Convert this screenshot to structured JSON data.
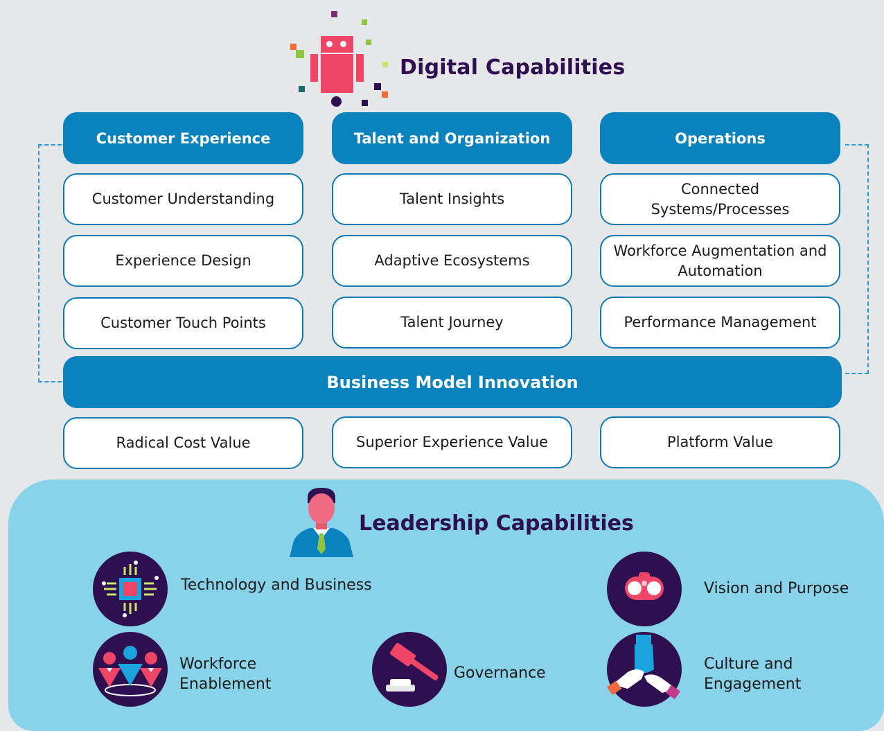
{
  "digital": {
    "title": "Digital Capabilities",
    "columns": [
      {
        "header": "Customer Experience",
        "items": [
          "Customer Understanding",
          "Experience Design",
          "Customer Touch Points"
        ]
      },
      {
        "header": "Talent and Organization",
        "items": [
          "Talent Insights",
          "Adaptive Ecosystems",
          "Talent Journey"
        ]
      },
      {
        "header": "Operations",
        "items": [
          "Connected Systems/Processes",
          "Workforce Augmentation and Automation",
          "Performance Management"
        ]
      }
    ],
    "bar": "Business Model Innovation",
    "values": [
      "Radical Cost Value",
      "Superior Experience Value",
      "Platform Value"
    ]
  },
  "leadership": {
    "title": "Leadership Capabilities",
    "items": [
      {
        "label": "Technology and Business",
        "icon": "chip-icon"
      },
      {
        "label": "Vision and Purpose",
        "icon": "binoculars-icon"
      },
      {
        "label": "Workforce Enablement",
        "icon": "team-icon"
      },
      {
        "label": "Governance",
        "icon": "gavel-icon"
      },
      {
        "label": "Culture and Engagement",
        "icon": "hands-icon"
      }
    ]
  },
  "colors": {
    "blue": "#0a82bd",
    "dark_purple": "#2e0f4f",
    "pink": "#ef4566",
    "light_blue": "#88d3ea"
  }
}
